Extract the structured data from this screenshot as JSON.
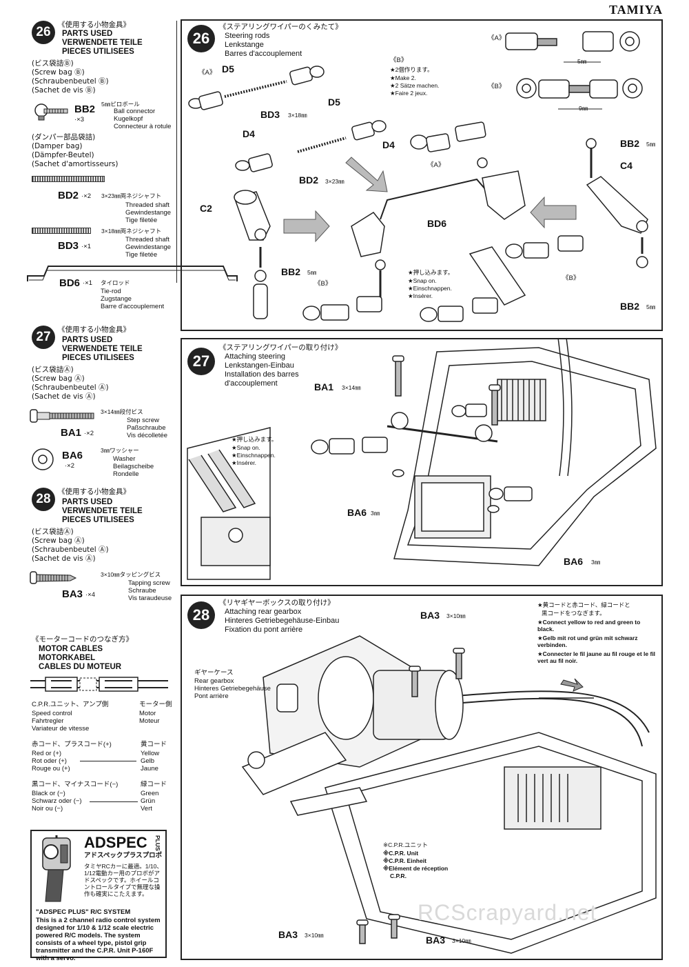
{
  "brand": "TAMIYA",
  "watermark": "RCScrapyard.net",
  "left": {
    "s26": {
      "num": "26",
      "jp": "《使用する小物金具》",
      "en": "PARTS USED",
      "de": "VERWENDETE TEILE",
      "fr": "PIECES UTILISEES",
      "bag_jp": "(ビス袋詰Ⓑ)",
      "bag_en": "(Screw bag Ⓑ)",
      "bag_de": "(Schraubenbeutel Ⓑ)",
      "bag_fr": "(Sachet de vis Ⓑ)",
      "bb2_code": "BB2",
      "bb2_qty": "·×3",
      "bb2_size": "5㎜ピロボール",
      "bb2_en": "Ball connector",
      "bb2_de": "Kugelkopf",
      "bb2_fr": "Connecteur à rotule",
      "damper_jp": "(ダンパー部品袋詰)",
      "damper_en": "(Damper bag)",
      "damper_de": "(Dämpfer-Beutel)",
      "damper_fr": "(Sachet d'amortisseurs)",
      "bd2_code": "BD2",
      "bd2_qty": "·×2",
      "bd2_size": "3×23㎜両ネジシャフト",
      "bd2_en": "Threaded shaft",
      "bd2_de": "Gewindestange",
      "bd2_fr": "Tige filetée",
      "bd3_code": "BD3",
      "bd3_qty": "·×1",
      "bd3_size": "3×18㎜両ネジシャフト",
      "bd3_en": "Threaded shaft",
      "bd3_de": "Gewindestange",
      "bd3_fr": "Tige filetée",
      "bd6_code": "BD6",
      "bd6_qty": "·×1",
      "bd6_jp": "タイロッド",
      "bd6_en": "Tie-rod",
      "bd6_de": "Zugstange",
      "bd6_fr": "Barre d'accouplement"
    },
    "s27": {
      "num": "27",
      "jp": "《使用する小物金具》",
      "en": "PARTS USED",
      "de": "VERWENDETE TEILE",
      "fr": "PIECES UTILISEES",
      "bag_jp": "(ビス袋詰Ⓐ)",
      "bag_en": "(Screw bag Ⓐ)",
      "bag_de": "(Schraubenbeutel Ⓐ)",
      "bag_fr": "(Sachet de vis Ⓐ)",
      "ba1_code": "BA1",
      "ba1_qty": "·×2",
      "ba1_size": "3×14㎜段付ビス",
      "ba1_en": "Step screw",
      "ba1_de": "Paßschraube",
      "ba1_fr": "Vis décolletée",
      "ba6_code": "BA6",
      "ba6_qty": "·×2",
      "ba6_size": "3㎜ワッシャー",
      "ba6_en": "Washer",
      "ba6_de": "Beilagscheibe",
      "ba6_fr": "Rondelle"
    },
    "s28": {
      "num": "28",
      "jp": "《使用する小物金具》",
      "en": "PARTS USED",
      "de": "VERWENDETE TEILE",
      "fr": "PIECES UTILISEES",
      "bag_jp": "(ビス袋詰Ⓐ)",
      "bag_en": "(Screw bag Ⓐ)",
      "bag_de": "(Schraubenbeutel Ⓐ)",
      "bag_fr": "(Sachet de vis Ⓐ)",
      "ba3_code": "BA3",
      "ba3_qty": "·×4",
      "ba3_size": "3×10㎜タッピングビス",
      "ba3_en": "Tapping screw",
      "ba3_de": "Schraube",
      "ba3_fr": "Vis taraudeuse"
    },
    "motor": {
      "jp": "《モーターコードのつなぎ方》",
      "en": "MOTOR CABLES",
      "de": "MOTORKABEL",
      "fr": "CABLES DU MOTEUR",
      "cpr_jp": "C.P.R.ユニット、アンプ側",
      "cpr_en": "Speed control",
      "cpr_de": "Fahrtregler",
      "cpr_fr": "Variateur de vitesse",
      "mot_jp": "モーター側",
      "mot_en": "Motor",
      "mot_de": "Moteur",
      "red_jp": "赤コード、プラスコード(+)",
      "red_en": "Red or (+)",
      "red_de": "Rot oder (+)",
      "red_fr": "Rouge ou (+)",
      "yel_jp": "黄コード",
      "yel_en": "Yellow",
      "yel_de": "Gelb",
      "yel_fr": "Jaune",
      "blk_jp": "黒コード、マイナスコード(−)",
      "blk_en": "Black or (−)",
      "blk_de": "Schwarz oder (−)",
      "blk_fr": "Noir ou (−)",
      "grn_jp": "緑コード",
      "grn_en": "Green",
      "grn_de": "Grün",
      "grn_fr": "Vert"
    },
    "ad": {
      "logo": "ADSPEC",
      "logo_plus": "PLUS",
      "jp_title": "アドスペックプラスプロポ",
      "jp_body": "タミヤRCカーに最適。1/10、1/12電動カー用のプロポがアドスペックです。ホイールコントロールタイプで無理な操作も確実にこたえます。",
      "title": "\"ADSPEC PLUS\" R/C SYSTEM",
      "body": "This is a 2 channel radio control system designed for 1/10 & 1/12 scale electric powered R/C models. The system consists of a wheel type, pistol grip transmitter and the C.P.R. Unit P-160F with a servo."
    }
  },
  "step26": {
    "num": "26",
    "jp": "《ステアリングワイパーのくみたて》",
    "en": "Steering rods",
    "de": "Lenkstange",
    "fr": "Barres d'accouplement",
    "a1": "《A》",
    "d5a": "D5",
    "d5b": "D5",
    "bd3": "BD3",
    "bd3_size": "3×18㎜",
    "b_label": "《B》",
    "note_jp": "★2個作ります。",
    "note_en": "★Make 2.",
    "note_de": "★2 Sätze machen.",
    "note_fr": "★Faire 2 jeux.",
    "ra": "《A》",
    "rb": "《B》",
    "dim5": "5㎜",
    "dim9": "9㎜",
    "d4a": "D4",
    "d4b": "D4",
    "bd2": "BD2",
    "bd2_size": "3×23㎜",
    "c2": "C2",
    "c4": "C4",
    "bd6": "BD6",
    "aa": "《A》",
    "bb": "《B》",
    "bb_r": "《B》",
    "bb2_1": "BB2",
    "bb2_1s": "5㎜",
    "bb2_2": "BB2",
    "bb2_2s": "5㎜",
    "bb2_3": "BB2",
    "bb2_3s": "5㎜",
    "snap_jp": "★押し込みます。",
    "snap_en": "★Snap on.",
    "snap_de": "★Einschnappen.",
    "snap_fr": "★Insérer."
  },
  "step27": {
    "num": "27",
    "jp": "《ステアリングワイパーの取り付け》",
    "en": "Attaching steering",
    "de": "Lenkstangen-Einbau",
    "fr1": "Installation des barres",
    "fr2": "d'accouplement",
    "ba1": "BA1",
    "ba1_size": "3×14㎜",
    "snap_jp": "★押し込みます。",
    "snap_en": "★Snap on.",
    "snap_de": "★Einschnappen.",
    "snap_fr": "★Insérer.",
    "ba6a": "BA6",
    "ba6a_s": "3㎜",
    "ba6b": "BA6",
    "ba6b_s": "3㎜"
  },
  "step28": {
    "num": "28",
    "jp": "《リヤギヤーボックスの取り付け》",
    "en": "Attaching rear gearbox",
    "de": "Hinteres Getriebegehäuse-Einbau",
    "fr": "Fixation du pont arrière",
    "gb_jp": "ギヤーケース",
    "gb_en": "Rear gearbox",
    "gb_de": "Hinteres Getriebegehäuse",
    "gb_fr": "Pont arrière",
    "ba3_top": "BA3",
    "ba3_top_s": "3×10㎜",
    "conn_jp1": "★黄コードと赤コード、緑コードと",
    "conn_jp2": "黒コードをつなぎます。",
    "conn_en": "★Connect yellow to red and green to black.",
    "conn_de": "★Gelb mit rot und grün mit schwarz verbinden.",
    "conn_fr": "★Connecter le fil jaune au fil rouge et le fil vert au fil noir.",
    "cpr_jp": "※C.P.R.ユニット",
    "cpr_en": "※C.P.R. Unit",
    "cpr_de": "※C.P.R. Einheit",
    "cpr_fr1": "※Elément de réception",
    "cpr_fr2": "C.P.R.",
    "ba3_bl": "BA3",
    "ba3_bl_s": "3×10㎜",
    "ba3_br": "BA3",
    "ba3_br_s": "3×10㎜"
  }
}
